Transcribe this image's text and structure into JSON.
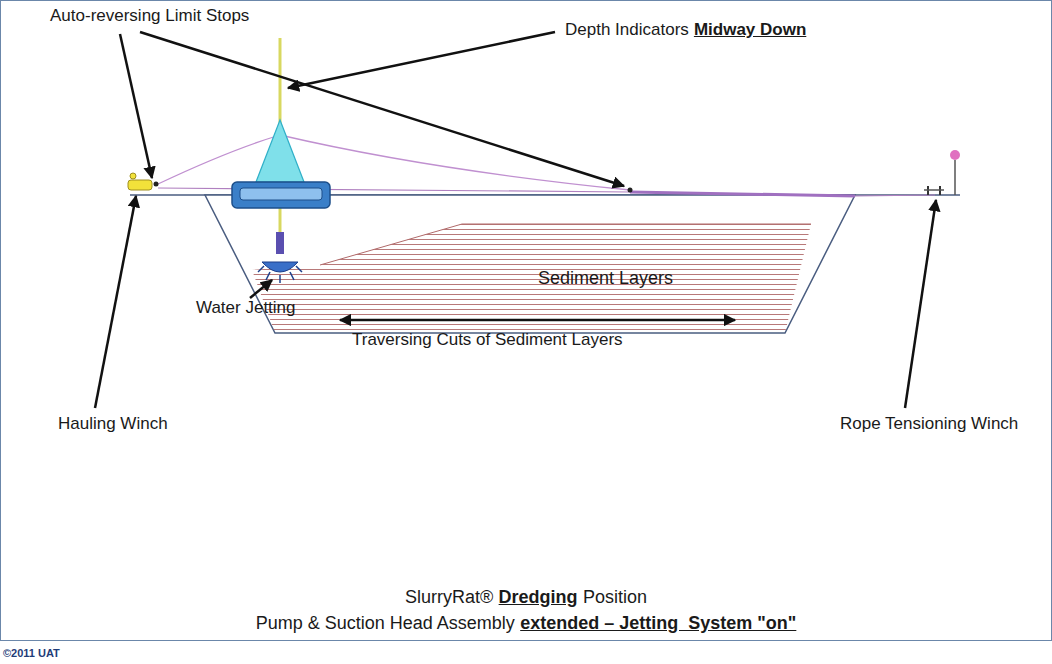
{
  "diagram": {
    "labels": [
      "Auto-reversing Limit Stops",
      "Depth Indicators",
      "Midway Down",
      "Sediment Layers",
      "Water Jetting",
      "Traversing Cuts of Sediment Layers",
      "Hauling Winch",
      "Rope Tensioning Winch",
      "SlurryRat®",
      "Dredging",
      "Position",
      "Pump & Suction Head Assembly",
      "extended – Jetting  System \"on\"",
      "©2011 UAT"
    ]
  }
}
